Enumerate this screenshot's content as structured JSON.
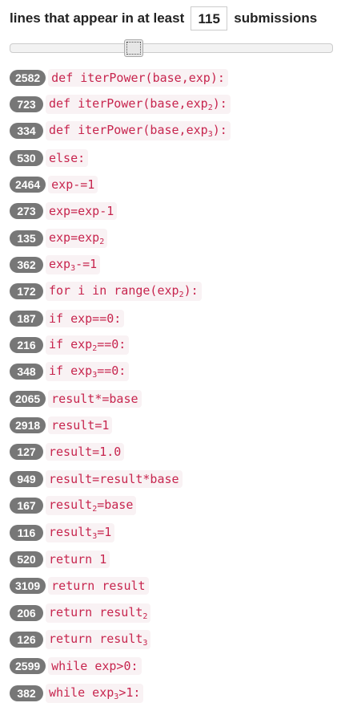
{
  "header": {
    "prefix": "lines that appear in at least",
    "min_value": "115",
    "suffix": "submissions"
  },
  "slider": {
    "value_fraction": 0.38
  },
  "lines": [
    {
      "count": "2582",
      "code": "def iterPower(base,exp):",
      "sub": ""
    },
    {
      "count": "723",
      "code": "def iterPower(base,exp",
      "sub": "2",
      "tail": "):"
    },
    {
      "count": "334",
      "code": "def iterPower(base,exp",
      "sub": "3",
      "tail": "):"
    },
    {
      "count": "530",
      "code": "else:",
      "sub": ""
    },
    {
      "count": "2464",
      "code": "exp-=1",
      "sub": ""
    },
    {
      "count": "273",
      "code": "exp=exp-1",
      "sub": ""
    },
    {
      "count": "135",
      "code": "exp=exp",
      "sub": "2",
      "tail": ""
    },
    {
      "count": "362",
      "code": "exp",
      "sub": "3",
      "tail": "-=1"
    },
    {
      "count": "172",
      "code": "for i in range(exp",
      "sub": "2",
      "tail": "):"
    },
    {
      "count": "187",
      "code": "if exp==0:",
      "sub": ""
    },
    {
      "count": "216",
      "code": "if exp",
      "sub": "2",
      "tail": "==0:"
    },
    {
      "count": "348",
      "code": "if exp",
      "sub": "3",
      "tail": "==0:"
    },
    {
      "count": "2065",
      "code": "result*=base",
      "sub": ""
    },
    {
      "count": "2918",
      "code": "result=1",
      "sub": ""
    },
    {
      "count": "127",
      "code": "result=1.0",
      "sub": ""
    },
    {
      "count": "949",
      "code": "result=result*base",
      "sub": ""
    },
    {
      "count": "167",
      "code": "result",
      "sub": "2",
      "tail": "=base"
    },
    {
      "count": "116",
      "code": "result",
      "sub": "3",
      "tail": "=1"
    },
    {
      "count": "520",
      "code": "return 1",
      "sub": ""
    },
    {
      "count": "3109",
      "code": "return result",
      "sub": ""
    },
    {
      "count": "206",
      "code": "return result",
      "sub": "2",
      "tail": ""
    },
    {
      "count": "126",
      "code": "return result",
      "sub": "3",
      "tail": ""
    },
    {
      "count": "2599",
      "code": "while exp>0:",
      "sub": ""
    },
    {
      "count": "382",
      "code": "while exp",
      "sub": "3",
      "tail": ">1:"
    }
  ]
}
